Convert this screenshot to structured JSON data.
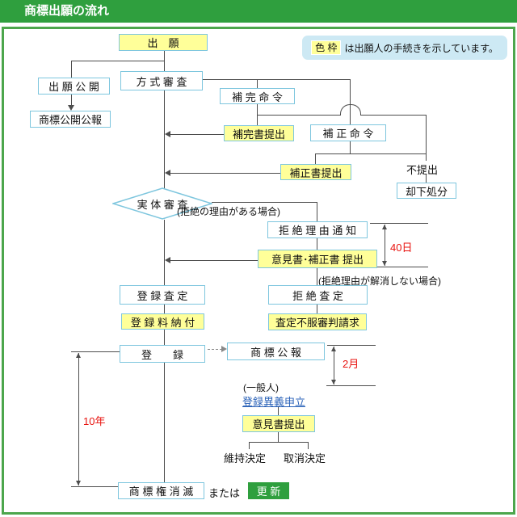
{
  "header": {
    "title": "商標出願の流れ"
  },
  "legend": {
    "chip": "色 枠",
    "text": "は出願人の手続きを示しています。"
  },
  "colors": {
    "header_green": "#2f9f3e",
    "frame_green": "#4ca64c",
    "box_border_blue": "#7ec6de",
    "applicant_yellow": "#ffff99",
    "legend_blue": "#cde9f4",
    "annotation_red": "#e8130f",
    "link_blue": "#2a62b8",
    "renewal_green": "#2f9f3e",
    "line_gray": "#4d4d4d"
  },
  "nodes": {
    "application": "出　願",
    "formality_exam": "方 式 審 査",
    "publication": "出 願 公 開",
    "publication_gazette": "商標公開公報",
    "completion_order": "補 完 命 令",
    "completion_filing": "補完書提出",
    "amendment_order": "補 正 命 令",
    "amendment_filing": "補正書提出",
    "not_filed": "不提出",
    "dismissal": "却下処分",
    "substantive_exam": "実 体 審 査",
    "reason_case": "(拒絶の理由がある場合)",
    "refusal_notice": "拒 絶 理 由 通 知",
    "opinion_amendment": "意見書･補正書 提出",
    "days40": "40日",
    "unresolved_case": "(拒絶理由が解消しない場合)",
    "registration_decision": "登 録 査 定",
    "refusal_decision": "拒 絶 査 定",
    "fee_payment": "登 録 料 納 付",
    "appeal_request": "査定不服審判請求",
    "registration": "登　　録",
    "trademark_gazette": "商 標 公 報",
    "months2": "2月",
    "general_public": "(一般人)",
    "opposition": "登録異義申立",
    "opinion_filing": "意見書提出",
    "maintain_decision": "維持決定",
    "cancel_decision": "取消決定",
    "years10": "10年",
    "right_expiration": "商 標 権 消 滅",
    "or_text": "または",
    "renewal": "更 新"
  }
}
